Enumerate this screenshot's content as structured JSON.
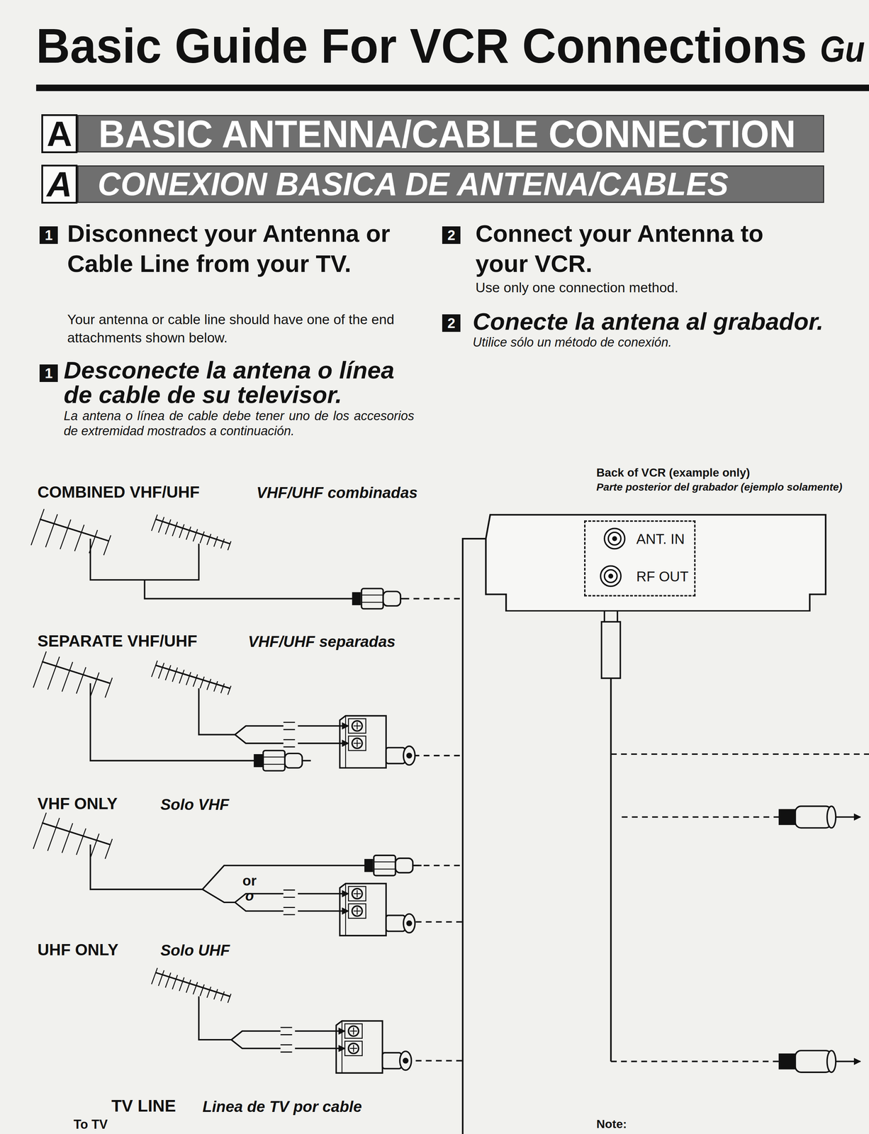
{
  "diagram": {
    "title": "Basic Guide For VCR Connections",
    "nodes": [
      {
        "text": [
          "A"
        ]
      },
      {
        "text": [
          "BASIC ANTENNA/CABLE CONNECTION"
        ]
      },
      {
        "text": [
          "A"
        ]
      },
      {
        "text": [
          "CONEXION BASICA DE ANTENA/CABLES"
        ]
      },
      {
        "text": [
          "1"
        ]
      },
      {
        "text": [
          "1"
        ]
      },
      {
        "text": [
          "2"
        ]
      },
      {
        "text": [
          "2"
        ]
      },
      {
        "text": [
          "Back of VCR (example only)",
          "Parte posterior del grabador (ejemplo solamente)"
        ]
      },
      {
        "text": [
          "ANT. IN",
          "RF OUT"
        ],
        "in": 8
      }
    ],
    "labels": [
      "Gu",
      "Disconnect your Antenna or Cable Line from your TV.",
      "Your antenna or cable line should have one of the end attachments shown below.",
      "Desconecte la antena o línea de cable de su televisor.",
      "La antena o línea de cable debe tener uno de los accesorios de extremidad mostrados a continuación.",
      "Connect your Antenna to your VCR.",
      "Use only one connection method.",
      "Conecte la antena al grabador.",
      "Utilice sólo un método de conexión.",
      "COMBINED VHF/UHF",
      "VHF/UHF combinadas",
      "SEPARATE VHF/UHF",
      "VHF/UHF separadas",
      "VHF ONLY",
      "Solo VHF",
      "UHF ONLY",
      "Solo UHF",
      "or",
      "o",
      "TV LINE",
      "Linea de TV por cable",
      "To TV",
      "Note:"
    ]
  }
}
